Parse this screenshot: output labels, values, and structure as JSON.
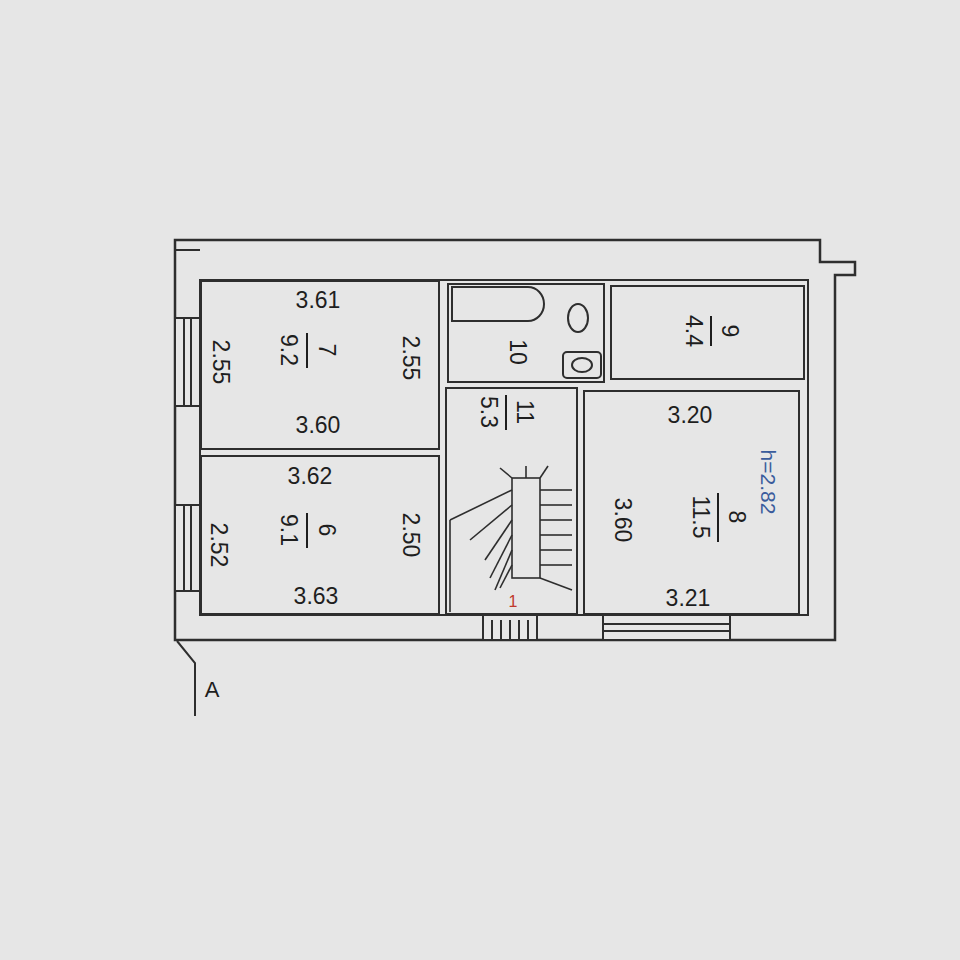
{
  "diagram": {
    "nodes": [
      {
        "text": [
          "3.61",
          "2.55",
          "7",
          "9.2",
          "2.55",
          "3.60"
        ]
      },
      {
        "text": [
          "10"
        ]
      },
      {
        "text": [
          "9",
          "4.4"
        ]
      },
      {
        "text": [
          "11",
          "5.3"
        ]
      },
      {
        "text": [
          "3.20",
          "8",
          "11.5",
          "3.60",
          "3.21",
          "h=2.82"
        ]
      },
      {
        "text": [
          "3.62",
          "2.52",
          "6",
          "9.1",
          "2.50",
          "3.63"
        ]
      }
    ],
    "labels": [
      "1",
      "A"
    ]
  }
}
